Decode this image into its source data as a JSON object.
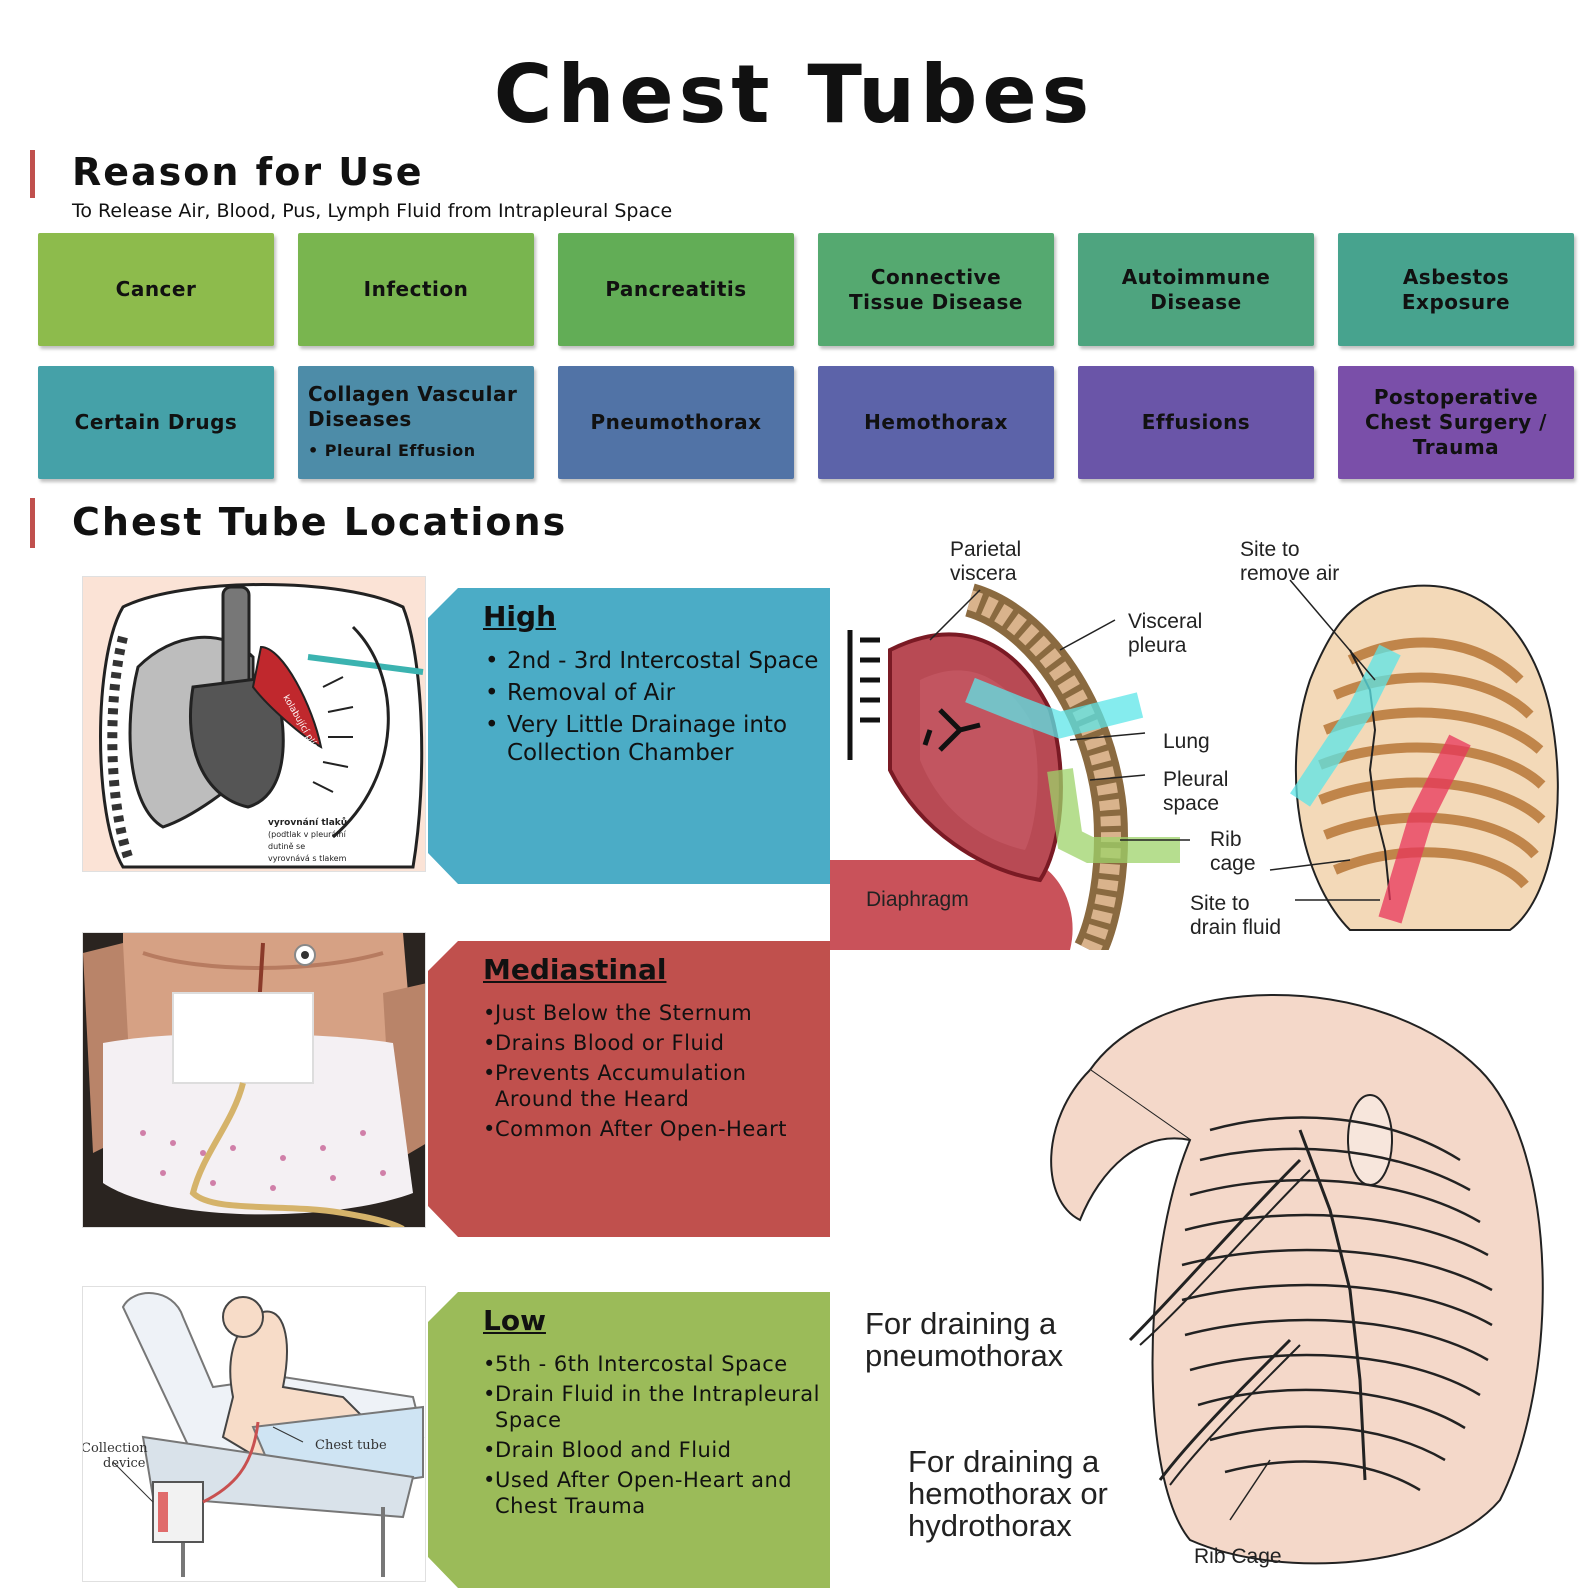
{
  "title": "Chest Tubes",
  "reason": {
    "heading": "Reason for Use",
    "subtitle": "To Release Air, Blood, Pus, Lymph Fluid from Intrapleural Space",
    "row1": [
      "Cancer",
      "Infection",
      "Pancreatitis",
      "Connective Tissue Disease",
      "Autoimmune Disease",
      "Asbestos Exposure"
    ],
    "row2": {
      "drugs": "Certain Drugs",
      "collagen": "Collagen Vascular Diseases",
      "collagen_bullet": "Pleural Effusion",
      "pneumothorax": "Pneumothorax",
      "hemothorax": "Hemothorax",
      "effusions": "Effusions",
      "postop": "Postoperative Chest Surgery / Trauma"
    },
    "colors": {
      "row1": [
        "#8dbb4c",
        "#79b54f",
        "#62ad56",
        "#55a970",
        "#4ea47f",
        "#47a38e"
      ],
      "row2": [
        "#45a1a8",
        "#4d8ca8",
        "#5173a6",
        "#5c63a9",
        "#6a55a8",
        "#7a4fa9"
      ]
    }
  },
  "locations": {
    "heading": "Chest Tube Locations",
    "high": {
      "title": "High",
      "items": [
        "2nd - 3rd Intercostal Space",
        "Removal of Air",
        "Very Little Drainage into Collection Chamber"
      ],
      "color": "#4bacc6"
    },
    "mediastinal": {
      "title": "Mediastinal",
      "items": [
        "Just Below the Sternum",
        "Drains Blood or Fluid",
        "Prevents Accumulation Around the Heard",
        "Common After Open-Heart"
      ],
      "color": "#c0504d"
    },
    "low": {
      "title": "Low",
      "items": [
        "5th - 6th Intercostal Space",
        "Drain Fluid in the Intrapleural Space",
        "Drain Blood and Fluid",
        "Used After Open-Heart and Chest Trauma"
      ],
      "color": "#9bbb59"
    },
    "photo1_labels": {
      "lung_text": "kolabující plíce",
      "caption": [
        "vyrovnání tlaků",
        "(podtlak v pleurální",
        "dutině se",
        "vyrovnává s tlakem"
      ]
    },
    "photo3_labels": {
      "collection": [
        "Collection",
        "device"
      ],
      "chest_tube": "Chest tube"
    },
    "diagram1_labels": {
      "parietal": [
        "Parietal",
        "viscera"
      ],
      "visceral": [
        "Visceral",
        "pleura"
      ],
      "lung": "Lung",
      "pleural": [
        "Pleural",
        "space"
      ],
      "rib": [
        "Rib",
        "cage"
      ],
      "diaphragm": "Diaphragm",
      "site_air": [
        "Site to",
        "remove air"
      ],
      "site_fluid": [
        "Site to",
        "drain fluid"
      ]
    },
    "diagram2_labels": {
      "pneumo": [
        "For draining a",
        "pneumothorax"
      ],
      "hemo": [
        "For draining a",
        "hemothorax or",
        "hydrothorax"
      ],
      "rib_cage": "Rib Cage"
    }
  }
}
